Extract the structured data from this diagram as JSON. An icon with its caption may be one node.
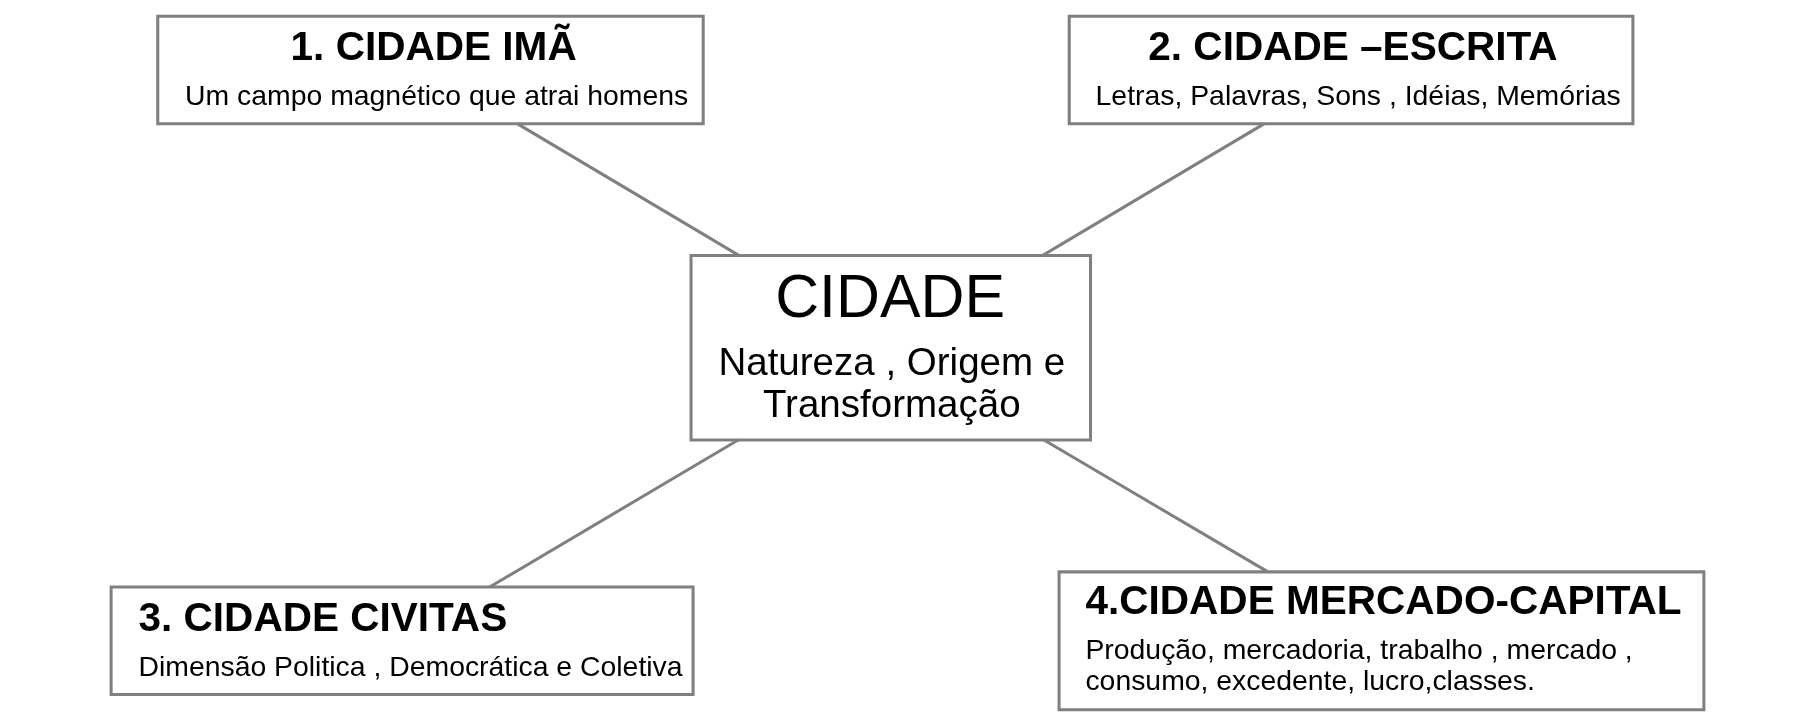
{
  "diagram": {
    "nodes": [
      {
        "text": [
          "1. CIDADE IMÃ",
          "Um campo magnético que atrai homens"
        ]
      },
      {
        "text": [
          "2. CIDADE –ESCRITA",
          "Letras, Palavras, Sons , Idéias, Memórias"
        ]
      },
      {
        "text": [
          "CIDADE",
          "Natureza , Origem e Transformação"
        ]
      },
      {
        "text": [
          "3. CIDADE CIVITAS",
          "Dimensão Politica , Democrática e Coletiva"
        ]
      },
      {
        "text": [
          "4.CIDADE MERCADO-CAPITAL",
          "Produção, mercadoria, trabalho , mercado , consumo, excedente, lucro,classes."
        ]
      }
    ],
    "edges": [
      {
        "from": 2,
        "to": 0,
        "arrow": "none"
      },
      {
        "from": 2,
        "to": 1,
        "arrow": "none"
      },
      {
        "from": 2,
        "to": 3,
        "arrow": "none"
      },
      {
        "from": 2,
        "to": 4,
        "arrow": "none"
      }
    ]
  }
}
